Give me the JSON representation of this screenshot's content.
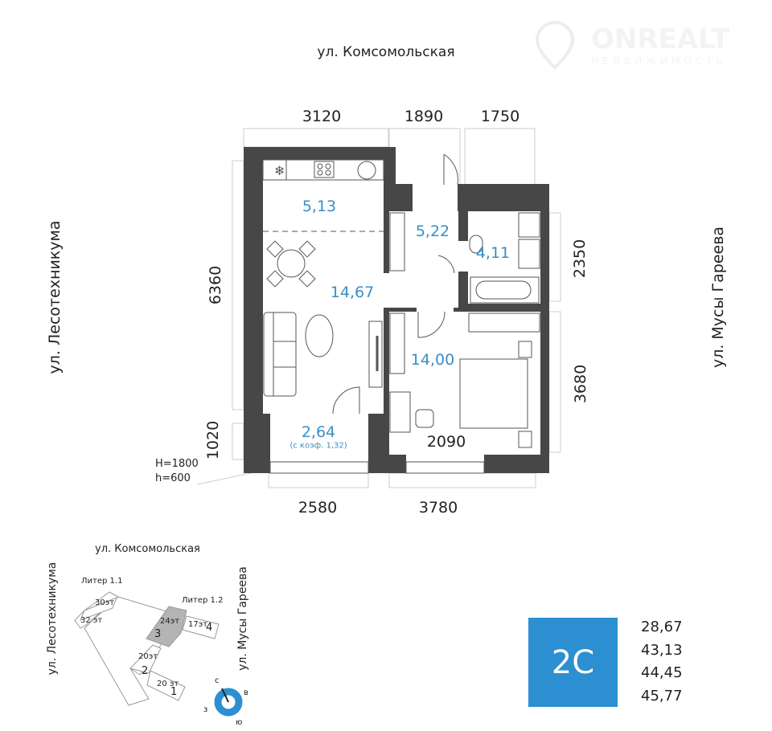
{
  "watermark": {
    "brand": "ONREALT",
    "sub": "НЕДВИЖИМОСТЬ"
  },
  "streets": {
    "top": "ул. Комсомольская",
    "left": "ул. Лесотехникума",
    "right": "ул. Мусы Гареева"
  },
  "dimensions": {
    "top": [
      "3120",
      "1890",
      "1750"
    ],
    "left": [
      "6360",
      "1020"
    ],
    "right": [
      "2350",
      "3680"
    ],
    "bottom": [
      "2580",
      "3780"
    ],
    "inner": "2090"
  },
  "window_note": {
    "H": "H=1800",
    "h": "h=600"
  },
  "rooms": {
    "kitchen": "5,13",
    "hall": "5,22",
    "bathroom": "4,11",
    "living": "14,67",
    "bedroom": "14,00",
    "balcony": "2,64",
    "balcony_note": "(с коэф. 1,32)"
  },
  "site_plan": {
    "street_top": "ул. Комсомольская",
    "street_left": "ул. Лесотехникума",
    "street_right": "ул. Мусы Гареева",
    "liter_1": "Литер 1.1",
    "liter_2": "Литер 1.2",
    "floors": [
      "30эт",
      "32 эт",
      "24эт",
      "17эт",
      "20эт",
      "20 эт"
    ],
    "sections": [
      "3",
      "4",
      "2",
      "1"
    ],
    "compass": {
      "n": "с",
      "e": "в",
      "s": "ю",
      "w": "з"
    }
  },
  "apartment_type": "2С",
  "areas": [
    "28,67",
    "43,13",
    "44,45",
    "45,77"
  ],
  "colors": {
    "wall": "#474747",
    "accent": "#2c8fd1",
    "area_text": "#3a8fc4",
    "highlight": "#b4b4b4"
  }
}
